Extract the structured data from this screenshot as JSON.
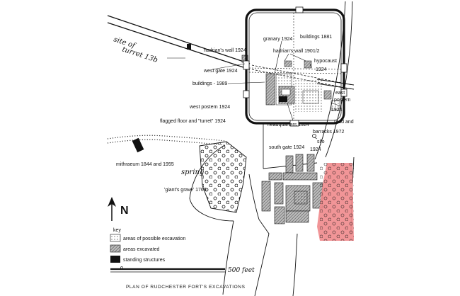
{
  "map": {
    "caption": "PLAN OF RUDCHESTER FORT'S EXCAVATIONS",
    "labels": {
      "site_of": "site of",
      "turret": "turret 13b",
      "hadrians_wall_1924": "hadrian's wall 1924",
      "west_gate": "west gate  1924",
      "buildings_1989": "buildings - 1989",
      "west_postern": "west postern  1924",
      "flagged_floor": "flagged floor and \"turret\"  1924",
      "granary": "granary  1924",
      "buildings_1881": "buildings  1881",
      "hadrians_wall_1901": "hadrian's wall  1901/2",
      "hypocaust": "hypocaust",
      "hypocaust_year": "1924",
      "east_postern_a": "east",
      "east_postern_b": "postern",
      "east_postern_year": "1924",
      "road_a": "road and",
      "road_b": "barracks  1972",
      "headquarters": "headquarters  1924",
      "south_gate": "south gate  1924",
      "silo": "silo",
      "silo_year": "1924",
      "mithraeum": "mithraeum  1844 and 1955",
      "spring": "spring",
      "giants_grave": "'giant's grave'  1766",
      "north_letter": "N",
      "scale_label": "500 feet",
      "scale_zero": "o"
    },
    "key": {
      "title": "key",
      "items": [
        {
          "label": "areas of possible excavation",
          "pattern": "dotted"
        },
        {
          "label": "areas excavated",
          "pattern": "hatched"
        },
        {
          "label": "standing structures",
          "pattern": "solid"
        }
      ]
    },
    "colors": {
      "ink": "#111111",
      "highlight": "#f08a8c",
      "hatch": "#7a7a7a",
      "background": "#ffffff"
    }
  }
}
